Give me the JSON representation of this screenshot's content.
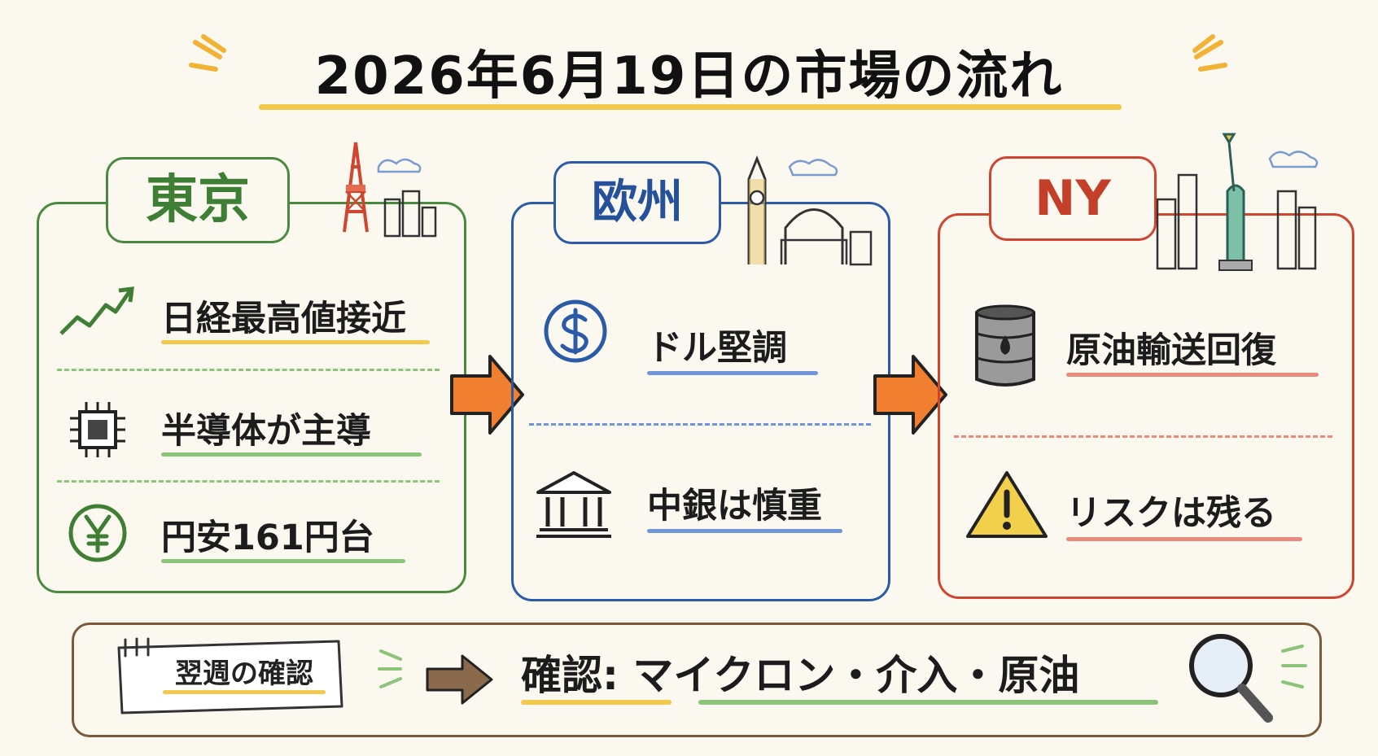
{
  "title": "2026年6月19日の市場の流れ",
  "colors": {
    "tokyo": "#4a8a3f",
    "europe": "#2b5aa6",
    "ny": "#d0452f",
    "arrow": "#f08030",
    "bottom": "#7a5a3a",
    "highlight_yellow": "#f2c94c",
    "highlight_green": "#8cc47a",
    "highlight_blue": "#6f94d8",
    "highlight_red": "#e98a7c"
  },
  "tokyo": {
    "label": "東京",
    "items": [
      {
        "text": "日経最高値接近",
        "icon": "chart-up-icon"
      },
      {
        "text": "半導体が主導",
        "icon": "chip-icon"
      },
      {
        "text": "円安161円台",
        "icon": "yen-icon"
      }
    ]
  },
  "europe": {
    "label": "欧州",
    "items": [
      {
        "text": "ドル堅調",
        "icon": "dollar-icon"
      },
      {
        "text": "中銀は慎重",
        "icon": "bank-icon"
      }
    ]
  },
  "ny": {
    "label": "NY",
    "items": [
      {
        "text": "原油輸送回復",
        "icon": "oil-barrel-icon"
      },
      {
        "text": "リスクは残る",
        "icon": "warning-icon"
      }
    ]
  },
  "bottom": {
    "notebook_label": "翌週の確認",
    "confirm_text": "確認: マイクロン・介入・原油"
  }
}
